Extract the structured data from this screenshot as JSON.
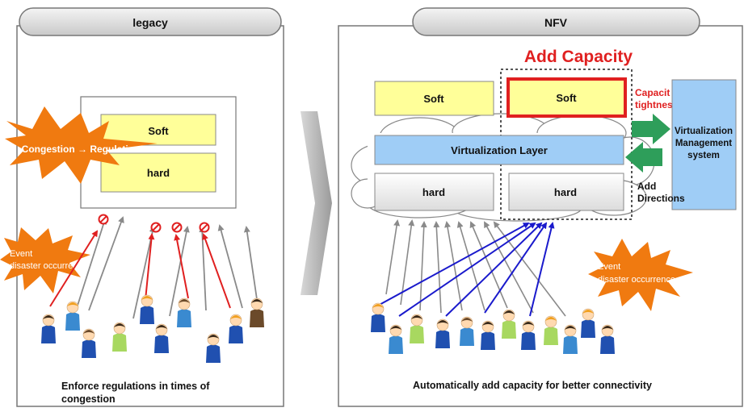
{
  "legacy": {
    "tab_label": "legacy",
    "soft_label": "Soft",
    "hard_label": "hard",
    "congestion_label": "Congestion → Regulation",
    "event_line1": "Event",
    "event_line2": "disaster occurrence",
    "caption_line1": "Enforce regulations in times of",
    "caption_line2": "congestion"
  },
  "nfv": {
    "tab_label": "NFV",
    "add_capacity_label": "Add Capacity",
    "soft_label": "Soft",
    "soft_added_label": "Soft",
    "capacity_tightness_line1": "Capacit",
    "capacity_tightness_line2": "tightnes",
    "virtualization_layer_label": "Virtualization Layer",
    "hard_label": "hard",
    "hard_added_label": "hard",
    "add_directions_line1": "Add",
    "add_directions_line2": "Directions",
    "vms_line1": "Virtualization",
    "vms_line2": "Management",
    "vms_line3": "system",
    "event_line1": "Event",
    "event_line2": "disaster occurrence",
    "caption": "Automatically add capacity for better connectivity"
  },
  "colors": {
    "soft_fill": "#ffff99",
    "layer_fill": "#9fcdf6",
    "red": "#e02020",
    "blue_arrow": "#1a1acc",
    "gray_arrow": "#8a8a8a",
    "green_arrow": "#2e9e5a",
    "starburst": "#f07a10"
  }
}
